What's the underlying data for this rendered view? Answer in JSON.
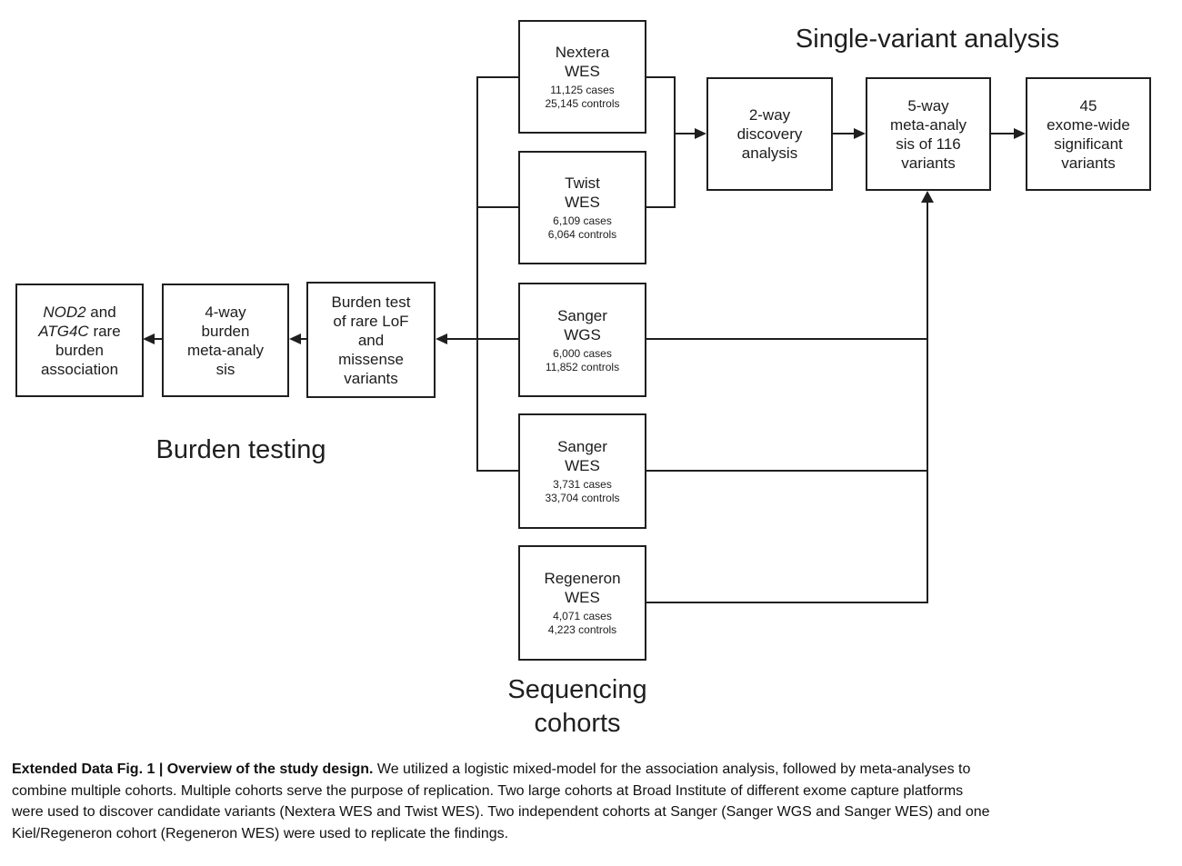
{
  "figure": {
    "section_labels": {
      "single_variant": "Single-variant analysis",
      "burden_testing": "Burden testing",
      "sequencing_line1": "Sequencing",
      "sequencing_line2": "cohorts"
    },
    "cohorts": {
      "nextera": {
        "name_line1": "Nextera",
        "name_line2": "WES",
        "cases": "11,125 cases",
        "controls": "25,145 controls"
      },
      "twist": {
        "name_line1": "Twist",
        "name_line2": "WES",
        "cases": "6,109 cases",
        "controls": "6,064 controls"
      },
      "sanger_wgs": {
        "name_line1": "Sanger",
        "name_line2": "WGS",
        "cases": "6,000 cases",
        "controls": "11,852 controls"
      },
      "sanger_wes": {
        "name_line1": "Sanger",
        "name_line2": "WES",
        "cases": "3,731 cases",
        "controls": "33,704 controls"
      },
      "regeneron": {
        "name_line1": "Regeneron",
        "name_line2": "WES",
        "cases": "4,071 cases",
        "controls": "4,223 controls"
      }
    },
    "single_variant_boxes": {
      "discovery": [
        "2-way",
        "discovery",
        "analysis"
      ],
      "meta": [
        "5-way",
        "meta-analy",
        "sis of 116",
        "variants"
      ],
      "significant": [
        "45",
        "exome-wide",
        "significant",
        "variants"
      ]
    },
    "burden_boxes": {
      "test": [
        "Burden test",
        "of rare LoF",
        "and",
        "missense",
        "variants"
      ],
      "meta": [
        "4-way",
        "burden",
        "meta-analy",
        "sis"
      ],
      "association": {
        "gene1_italic": "NOD2",
        "line1_rest": " and",
        "gene2_italic": "ATG4C",
        "line2_rest": " rare",
        "line3": "burden",
        "line4": "association"
      }
    }
  },
  "caption": {
    "bold_lead": "Extended Data Fig. 1 | Overview of the study design.",
    "line1_rest": " We utilized a logistic mixed-model for the association analysis, followed by meta-analyses to",
    "line2": "combine multiple cohorts. Multiple cohorts serve the purpose of replication. Two large cohorts at Broad Institute of different exome capture platforms",
    "line3": "were used to discover candidate variants (Nextera WES and Twist WES). Two independent cohorts at Sanger (Sanger WGS and Sanger WES) and one",
    "line4": "Kiel/Regeneron cohort (Regeneron WES) were used to replicate the findings."
  }
}
